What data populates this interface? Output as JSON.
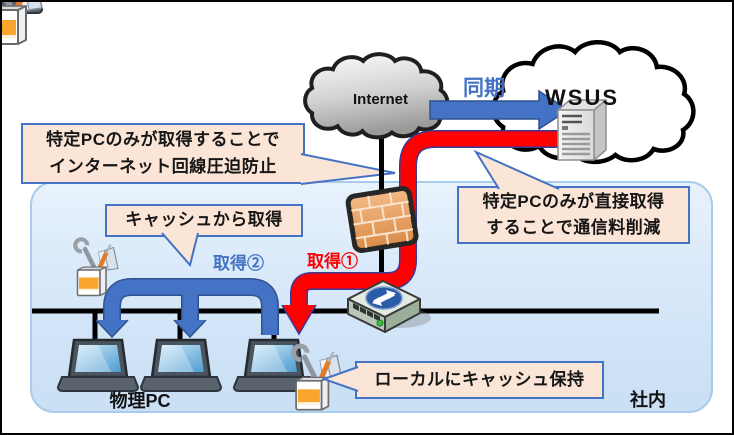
{
  "labels": {
    "internet": "Internet",
    "wsus": "WSUS",
    "sync": "同期",
    "fetch_direct": "取得①",
    "fetch_cache": "取得②",
    "physical_pc": "物理PC",
    "intranet": "社内"
  },
  "callouts": {
    "bandwidth": {
      "line1": "特定PCのみが取得することで",
      "line2": "インターネット回線圧迫防止"
    },
    "datacost": {
      "line1": "特定PCのみが直接取得",
      "line2": "することで通信料削減"
    },
    "from_cache": {
      "text": "キャッシュから取得"
    },
    "local_cache": {
      "text": "ローカルにキャッシュ保持"
    }
  },
  "colors": {
    "arrow_blue": "#4472C4",
    "arrow_blue_dark": "#2F528F",
    "arrow_red": "#FF0000",
    "arrow_red_dark": "#3A3A99",
    "callout_fill": "#FBE5D6",
    "callout_border": "#4472C4",
    "intranet_border": "#A9CCEC",
    "label_blue": "#4472C4",
    "label_red": "#FF0000"
  },
  "icons": {
    "internet_cloud": "cloud-icon",
    "wsus_cloud": "cloud-icon",
    "wsus_server": "server-tower-icon",
    "firewall": "firewall-brick-icon",
    "router": "router-icon",
    "laptop": "laptop-icon",
    "toolbox": "toolbox-cache-icon"
  }
}
